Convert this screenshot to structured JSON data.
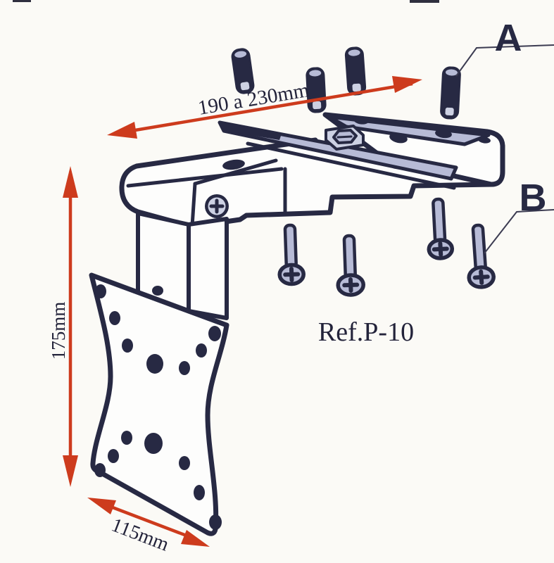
{
  "colors": {
    "background": "#fbfaf6",
    "white": "#fdfdfc",
    "outline": "#272943",
    "lavender": "#b7bbd6",
    "lavenderLight": "#cdd1e3",
    "arrowRed": "#cd3b1d",
    "textDark": "#23233a",
    "leader": "#3c3c52"
  },
  "labels": {
    "part_a": "A",
    "part_b": "B",
    "ref": "Ref.P-10",
    "dim_width": "190 a 230mm",
    "dim_height": "175mm",
    "dim_depth": "115mm"
  }
}
